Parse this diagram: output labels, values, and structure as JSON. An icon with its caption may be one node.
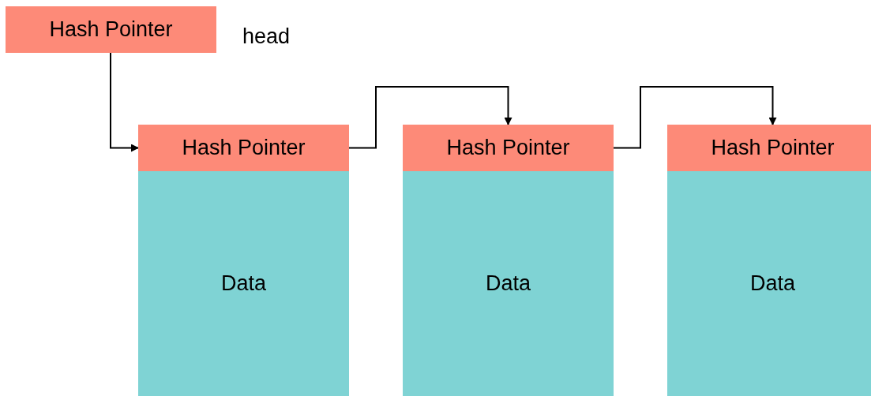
{
  "diagram": {
    "nodes": [
      {
        "text": [
          "Hash Pointer"
        ],
        "beside": [
          "head"
        ]
      },
      {
        "text": [
          "Hash Pointer"
        ]
      },
      {
        "text": [
          "Data"
        ]
      },
      {
        "text": [
          "Hash Pointer"
        ]
      },
      {
        "text": [
          "Data"
        ]
      },
      {
        "text": [
          "Hash Pointer"
        ]
      },
      {
        "text": [
          "Data"
        ]
      }
    ],
    "edges": [
      {
        "from": 0,
        "to": 1,
        "arrow": "to"
      },
      {
        "from": 1,
        "to": 3,
        "arrow": "to"
      },
      {
        "from": 3,
        "to": 5,
        "arrow": "to"
      }
    ]
  }
}
